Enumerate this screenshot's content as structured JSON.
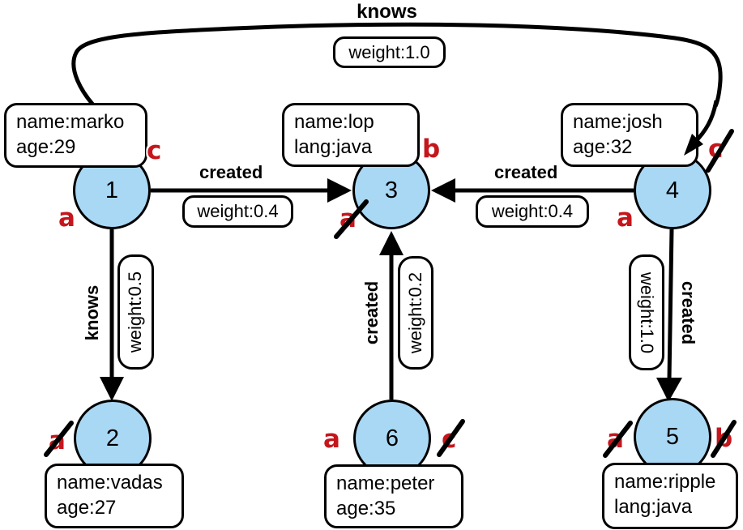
{
  "colors": {
    "node_fill": "#a9d8f5",
    "node_border": "#000000",
    "marker_red": "#c4161c",
    "edge_color": "#000000",
    "box_bg": "#ffffff"
  },
  "nodes": {
    "v1": {
      "label": "1",
      "props": [
        "name:marko",
        "age:29"
      ]
    },
    "v2": {
      "label": "2",
      "props": [
        "name:vadas",
        "age:27"
      ]
    },
    "v3": {
      "label": "3",
      "props": [
        "name:lop",
        "lang:java"
      ]
    },
    "v4": {
      "label": "4",
      "props": [
        "name:josh",
        "age:32"
      ]
    },
    "v5": {
      "label": "5",
      "props": [
        "name:ripple",
        "lang:java"
      ]
    },
    "v6": {
      "label": "6",
      "props": [
        "name:peter",
        "age:35"
      ]
    }
  },
  "edges": {
    "knows_1_4": {
      "label": "knows",
      "weight": "weight:1.0"
    },
    "created_1_3": {
      "label": "created",
      "weight": "weight:0.4"
    },
    "created_4_3": {
      "label": "created",
      "weight": "weight:0.4"
    },
    "knows_1_2": {
      "label": "knows",
      "weight": "weight:0.5"
    },
    "created_6_3": {
      "label": "created",
      "weight": "weight:0.2"
    },
    "created_4_5": {
      "label": "created",
      "weight": "weight:1.0"
    }
  },
  "match_labels": {
    "v1_top_right": "c",
    "v1_bottom_left": "a",
    "v3_top_right": "b",
    "v3_bottom_left": "a",
    "v4_top_right": "c",
    "v4_bottom_left": "a",
    "v2_left": "a",
    "v6_left": "a",
    "v6_right": "c",
    "v5_left": "a",
    "v5_right": "b"
  },
  "crossed_out_labels": [
    "v3_bottom_left",
    "v4_top_right",
    "v2_left",
    "v6_right",
    "v5_left",
    "v5_right"
  ]
}
